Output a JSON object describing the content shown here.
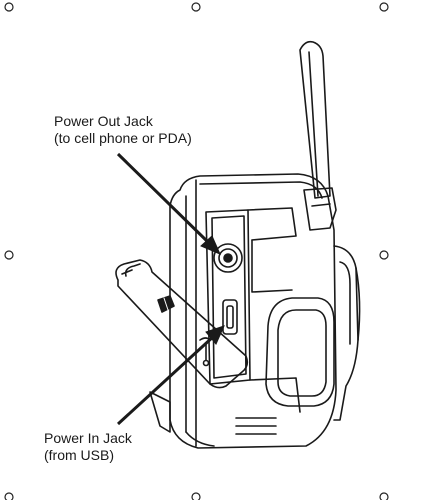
{
  "callouts": {
    "power_out": {
      "title": "Power Out Jack",
      "subtitle": "(to cell phone or PDA)"
    },
    "power_in": {
      "title": "Power In Jack",
      "subtitle": "(from USB)"
    }
  },
  "colors": {
    "line": "#1a1a1a",
    "background": "#ffffff"
  }
}
